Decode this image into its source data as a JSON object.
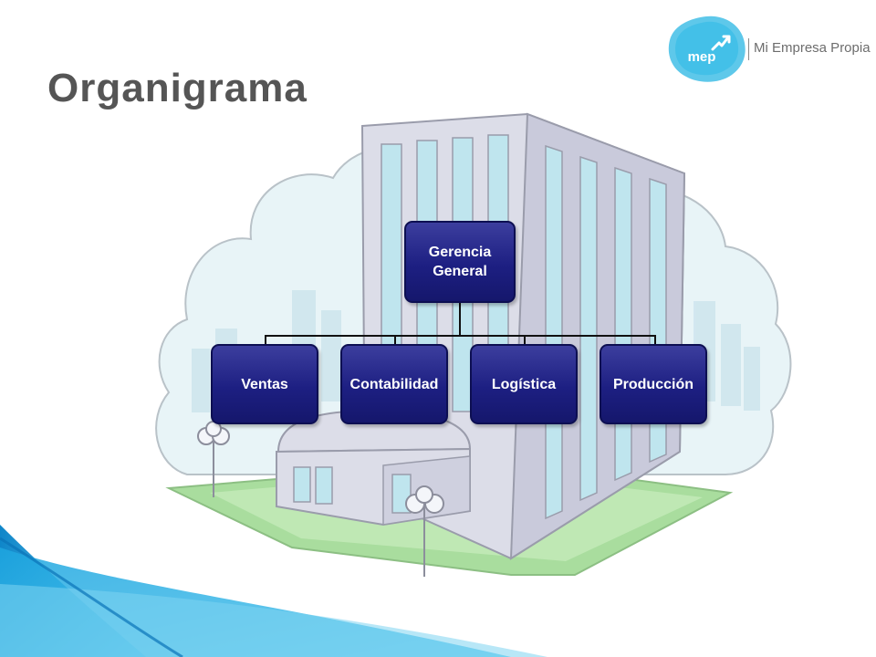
{
  "slide": {
    "title": "Organigrama"
  },
  "logo": {
    "mark": "mep",
    "name": "Mi Empresa Propia",
    "blob_color": "#5ec8ea",
    "accent_color": "#2db9e6"
  },
  "org_chart": {
    "root": {
      "label": "Gerencia\nGeneral"
    },
    "children": [
      {
        "label": "Ventas"
      },
      {
        "label": "Contabilidad"
      },
      {
        "label": "Logística"
      },
      {
        "label": "Producción"
      }
    ]
  },
  "colors": {
    "title": "#555555",
    "node_fill": "#1d1f82",
    "node_border": "#0d0f52",
    "building": "#dcdde8",
    "windows": "#bfe5ee",
    "lawn": "#a9dd9e",
    "cloud": "#e8f4f7"
  }
}
